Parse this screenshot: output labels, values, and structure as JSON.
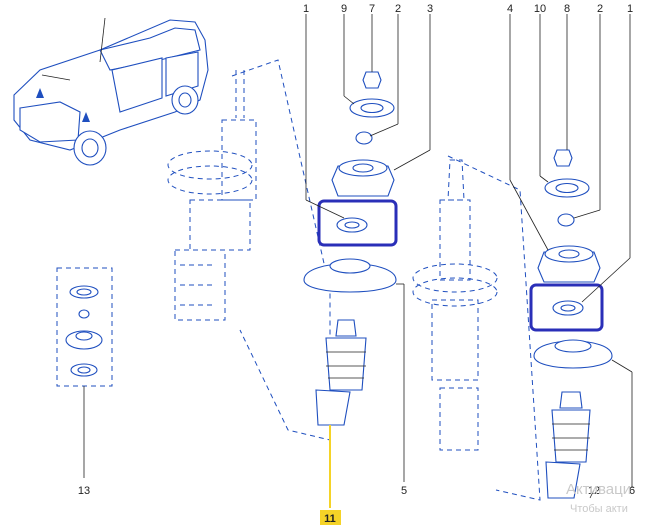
{
  "callouts": {
    "c1a": "1",
    "c9": "9",
    "c7": "7",
    "c2a": "2",
    "c3": "3",
    "c4": "4",
    "c10": "10",
    "c8": "8",
    "c2b": "2",
    "c1b": "1",
    "c13": "13",
    "c11": "11",
    "c5": "5",
    "c12": "12",
    "c6": "6"
  },
  "highlight": {
    "label_color": "#f5d327",
    "box_color": "#2a2fb8"
  },
  "watermark": {
    "line1": "Активаци",
    "line2": "Чтобы акти"
  }
}
